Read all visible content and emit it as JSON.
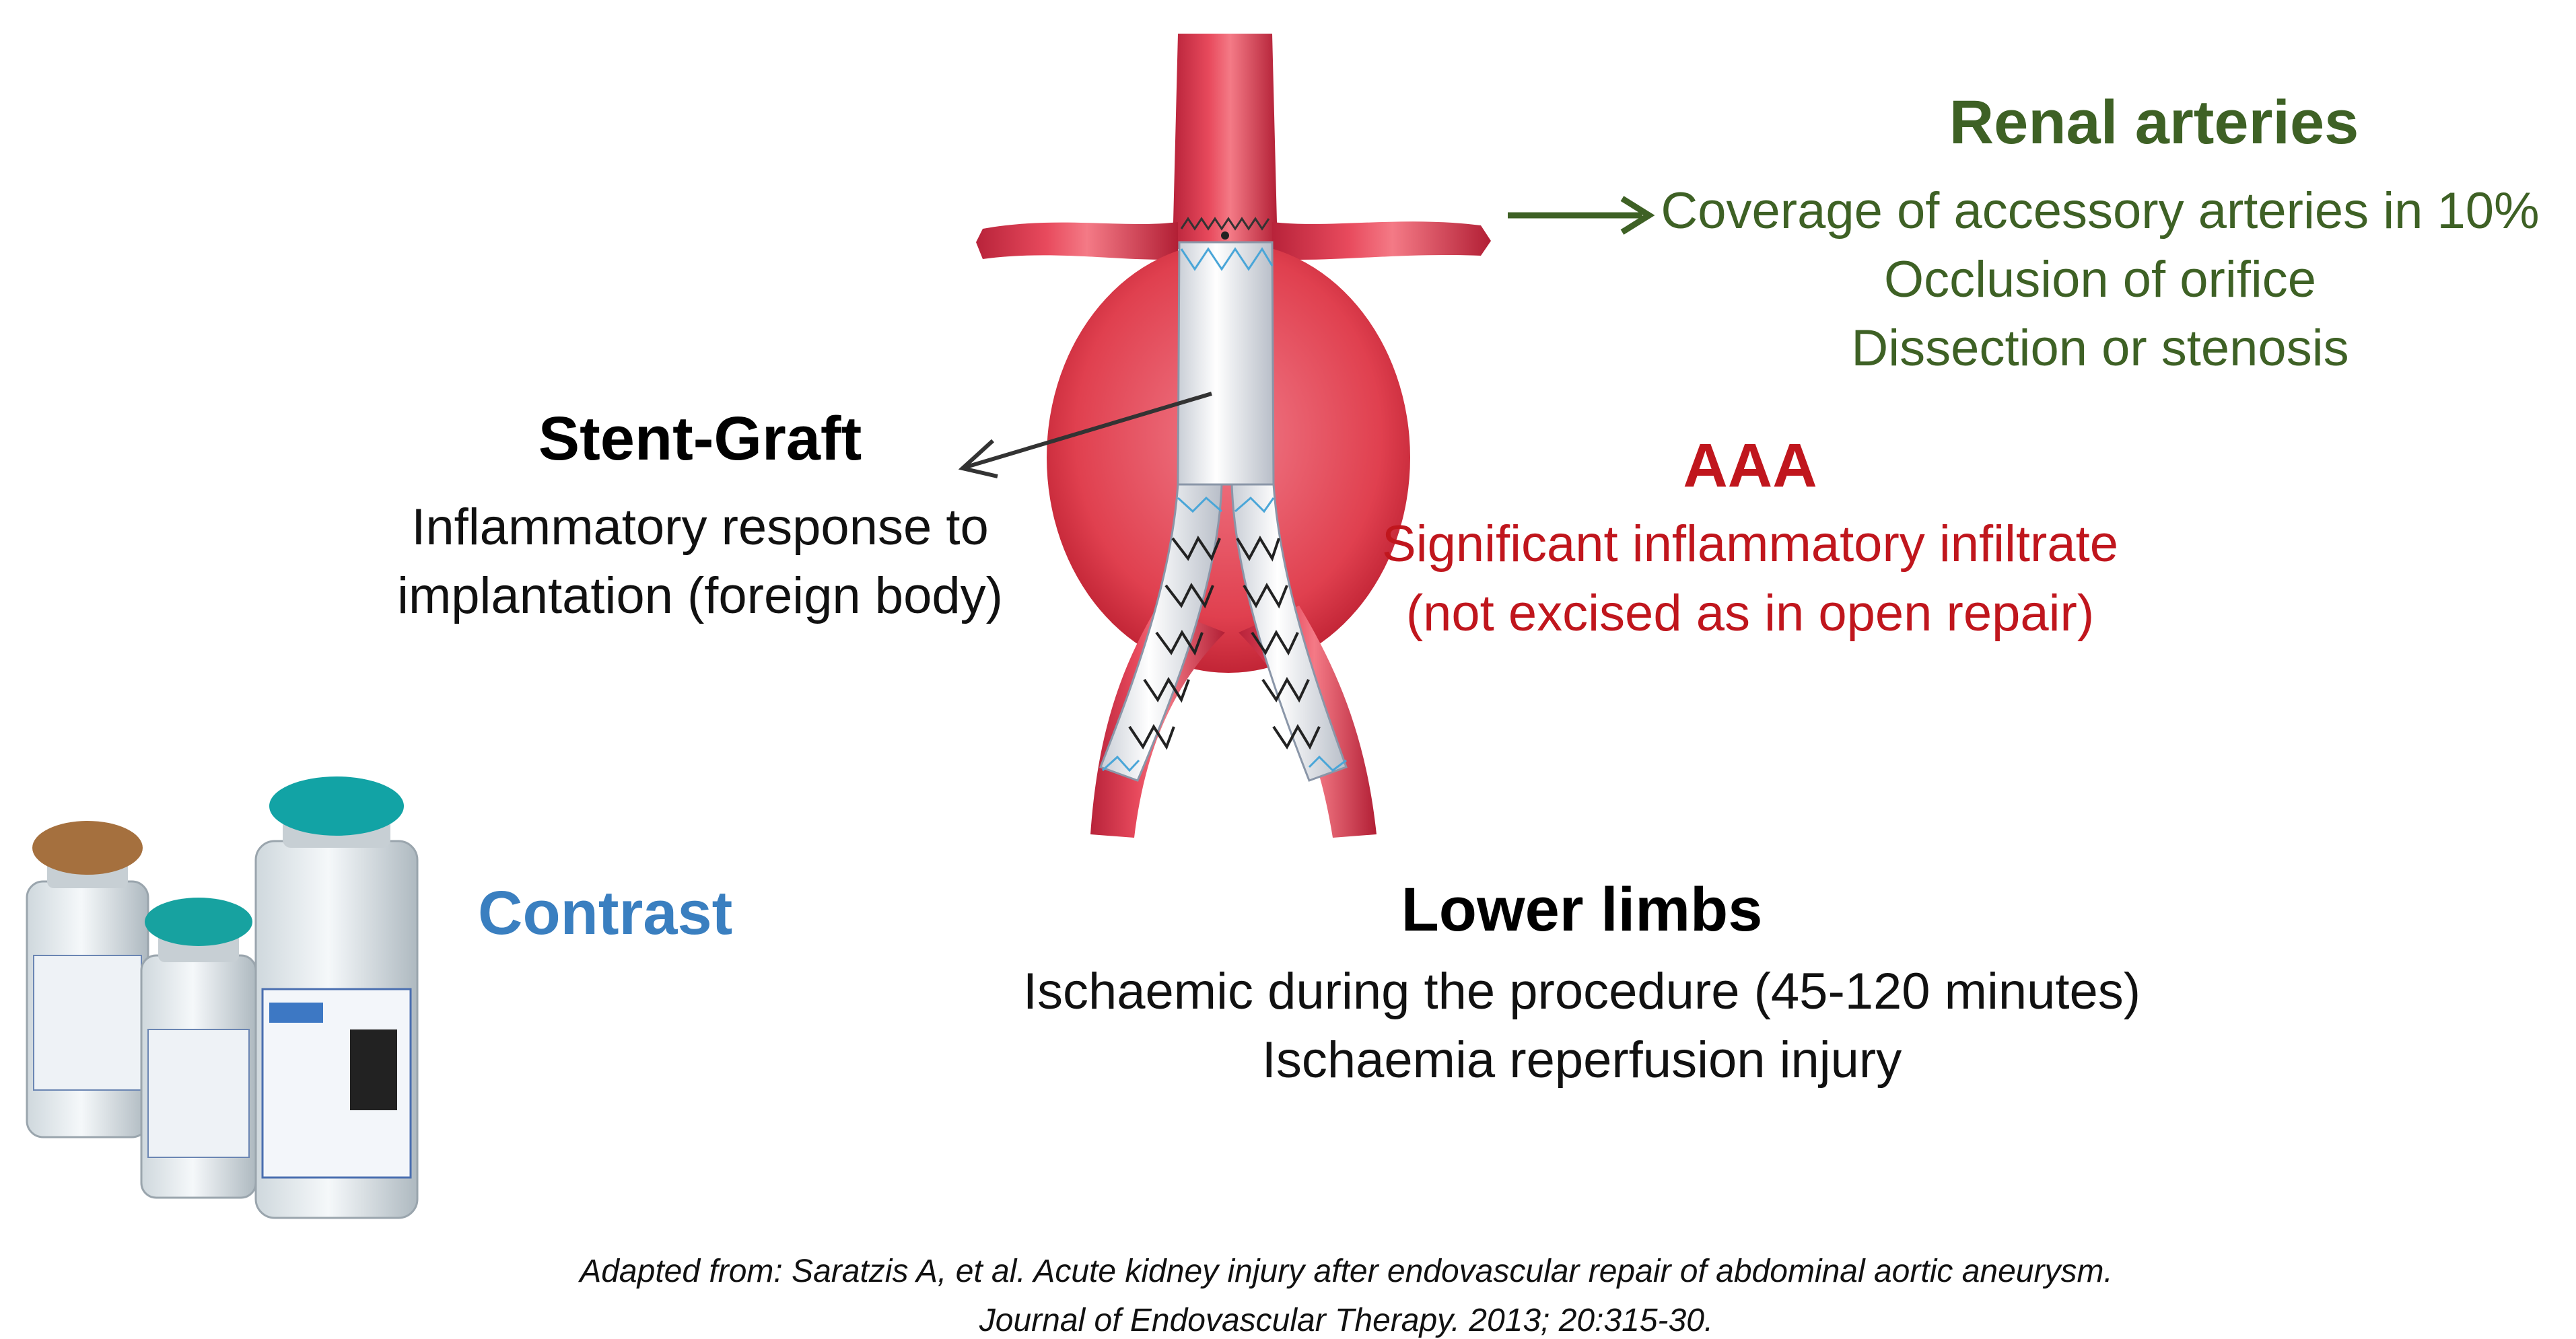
{
  "colors": {
    "renal": "#3e6125",
    "aaa": "#c0161d",
    "contrast": "#3a7fc0",
    "black": "#000000"
  },
  "renal": {
    "heading": "Renal arteries",
    "lines": [
      "Coverage of accessory arteries in 10%",
      "Occlusion of orifice",
      "Dissection or stenosis"
    ]
  },
  "stent_graft": {
    "heading": "Stent-Graft",
    "lines": [
      "Inflammatory response to",
      "implantation (foreign body)"
    ]
  },
  "aaa": {
    "heading": "AAA",
    "lines": [
      "Significant inflammatory infiltrate",
      "(not excised as in open repair)"
    ]
  },
  "contrast": {
    "label": "Contrast"
  },
  "lower_limbs": {
    "heading": "Lower limbs",
    "lines": [
      "Ischaemic during the procedure (45-120 minutes)",
      "Ischaemia reperfusion injury"
    ]
  },
  "citation": {
    "line1": "Adapted from: Saratzis A, et al. Acute kidney injury after endovascular repair of abdominal aortic aneurysm.",
    "line2": "Journal of Endovascular Therapy. 2013; 20:315-30."
  },
  "icons": {
    "aorta": "aorta-stent-graft-illustration",
    "vials": "contrast-vials-photo",
    "arrow_right": "arrow-right-icon",
    "arrow_left": "arrow-left-icon"
  }
}
